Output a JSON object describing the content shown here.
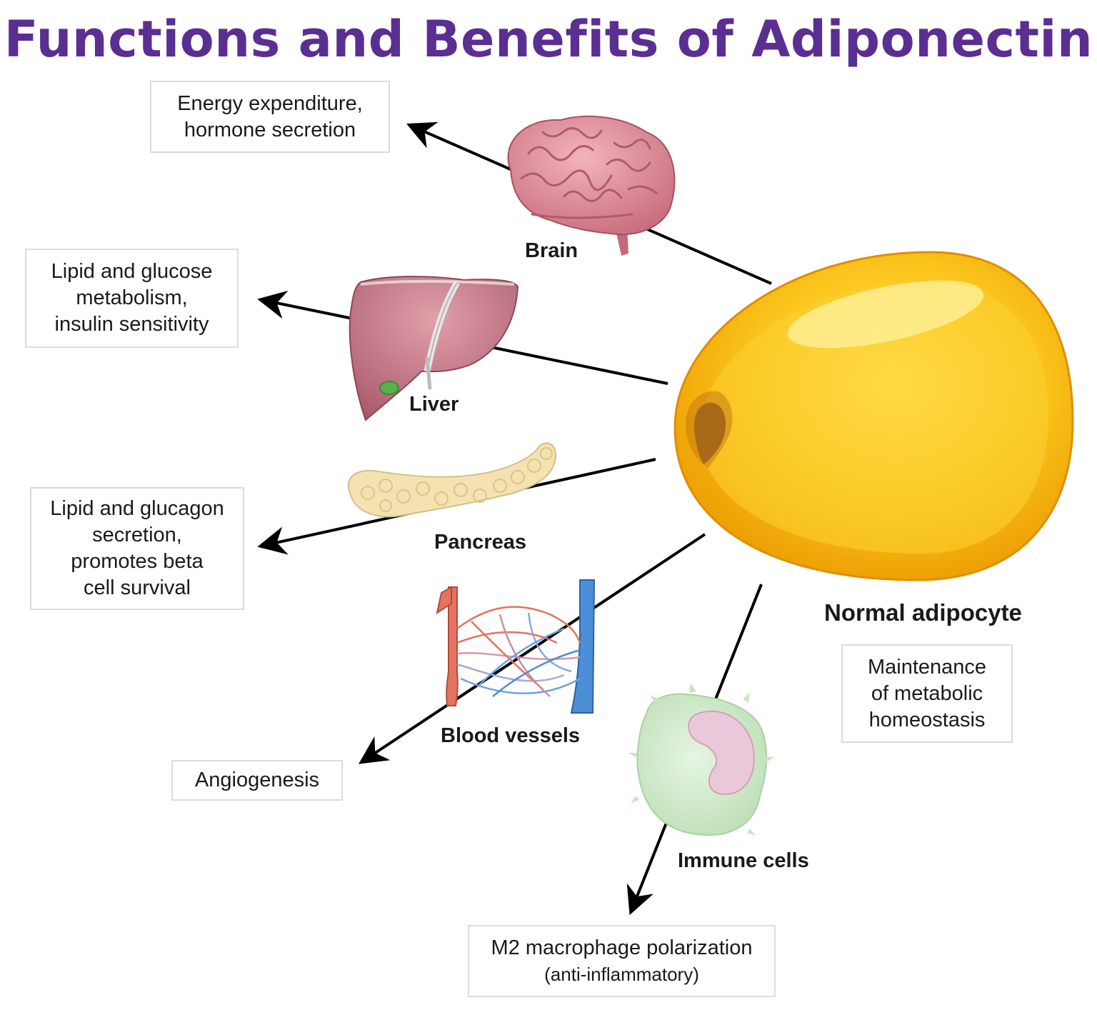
{
  "title": "Functions and Benefits of Adiponectin",
  "colors": {
    "title": "#5b2e91",
    "adipocyte": "#f5b400",
    "arrow": "#000000",
    "box_border": "#dcdcdc"
  },
  "adipocyte": {
    "label": "Normal adipocyte",
    "function": "Maintenance\nof metabolic\nhomeostasis"
  },
  "targets": [
    {
      "organ": "Brain",
      "icon": "brain-icon",
      "effect": "Energy expenditure,\nhormone secretion"
    },
    {
      "organ": "Liver",
      "icon": "liver-icon",
      "effect": "Lipid and glucose\nmetabolism,\ninsulin sensitivity"
    },
    {
      "organ": "Pancreas",
      "icon": "pancreas-icon",
      "effect": "Lipid and glucagon\nsecretion,\npromotes beta\ncell survival"
    },
    {
      "organ": "Blood vessels",
      "icon": "blood-vessels-icon",
      "effect": "Angiogenesis"
    },
    {
      "organ": "Immune cells",
      "icon": "immune-cell-icon",
      "effect_line1": "M2 macrophage polarization",
      "effect_line2": "(anti-inflammatory)"
    }
  ]
}
